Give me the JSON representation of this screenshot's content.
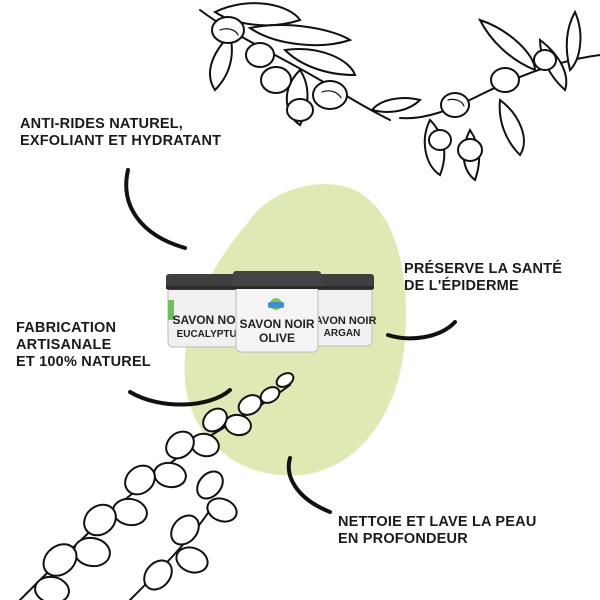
{
  "features": {
    "anti_rides": {
      "line1": "ANTI-RIDES NATUREL,",
      "line2": "EXFOLIANT ET HYDRATANT"
    },
    "preserve": {
      "line1": "PRÉSERVE LA SANTÉ",
      "line2": "DE L'ÉPIDERME"
    },
    "fabrication": {
      "line1": "FABRICATION",
      "line2": "ARTISANALE",
      "line3": "ET 100% NATUREL"
    },
    "nettoie": {
      "line1": "NETTOIE ET LAVE LA PEAU",
      "line2": "EN PROFONDEUR"
    }
  },
  "jars": {
    "left": {
      "line1": "SAVON NOIR",
      "line2": "EUCALYPTUS"
    },
    "center": {
      "line1": "SAVON NOIR",
      "line2": "OLIVE"
    },
    "right": {
      "line1": "SAVON NOIR",
      "line2": "ARGAN"
    }
  },
  "colors": {
    "blob": "#dfe9b4",
    "text": "#1a1a1a",
    "lid": "#3f3f3f",
    "jar": "#f2f2f2"
  }
}
